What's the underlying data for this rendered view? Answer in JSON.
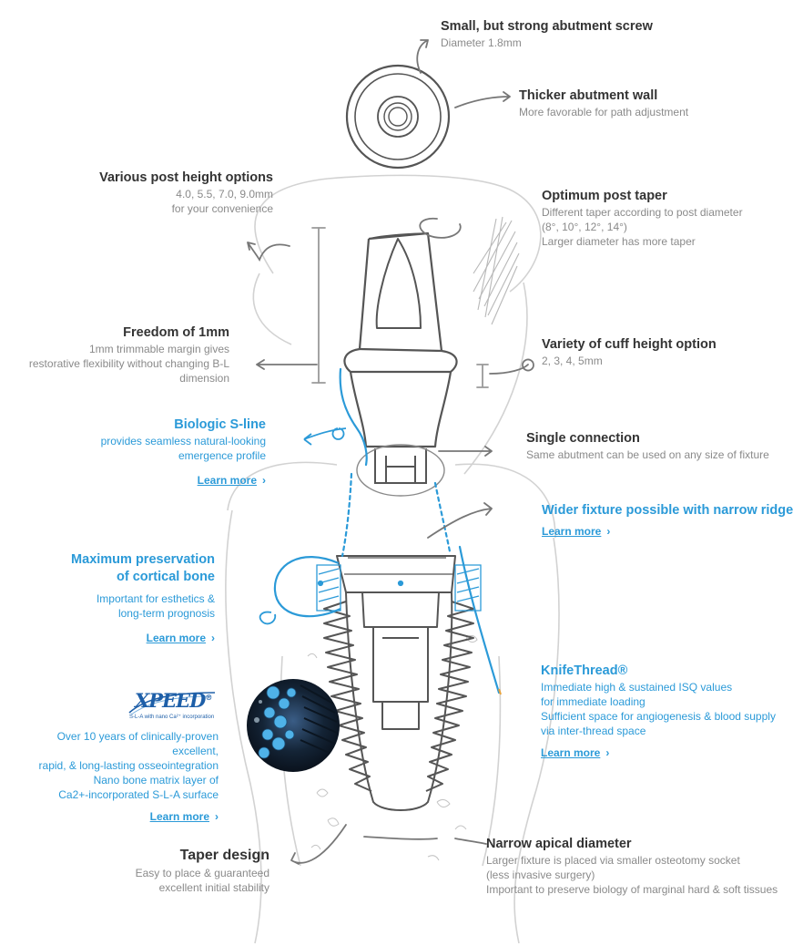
{
  "annotations": {
    "screw": {
      "title": "Small, but strong abutment screw",
      "desc": [
        "Diameter 1.8mm"
      ]
    },
    "wall": {
      "title": "Thicker abutment wall",
      "desc": [
        "More favorable for path adjustment"
      ]
    },
    "post_height": {
      "title": "Various post height options",
      "desc": [
        "4.0, 5.5, 7.0, 9.0mm",
        "for your  convenience"
      ]
    },
    "taper": {
      "title": "Optimum post taper",
      "desc": [
        "Different taper according to post diameter",
        "(8°, 10°, 12°, 14°)",
        "Larger diameter has more taper"
      ]
    },
    "freedom": {
      "title": "Freedom of 1mm",
      "desc": [
        "1mm trimmable margin gives",
        "restorative flexibility without changing B-L",
        "dimension"
      ]
    },
    "cuff": {
      "title": "Variety of cuff height option",
      "desc": [
        "2, 3, 4, 5mm"
      ]
    },
    "sline": {
      "title": "Biologic S-line",
      "desc": [
        "provides seamless natural-looking",
        "emergence profile"
      ],
      "link": "Learn more"
    },
    "single": {
      "title": "Single connection",
      "desc": [
        "Same abutment can be used on any size of fixture"
      ]
    },
    "wider": {
      "title": "Wider fixture possible with narrow ridge",
      "desc": [],
      "link": "Learn more"
    },
    "cortical": {
      "title": [
        "Maximum preservation",
        "of cortical bone"
      ],
      "desc": [
        "Important for esthetics &",
        "long-term prognosis"
      ],
      "link": "Learn more"
    },
    "knife": {
      "title": "KnifeThread®",
      "desc": [
        "Immediate high & sustained ISQ values",
        "for immediate loading",
        "Sufficient space for angiogenesis & blood supply",
        "via inter-thread space"
      ],
      "link": "Learn more"
    },
    "xpeed": {
      "desc": [
        "Over 10 years of clinically-proven",
        "excellent,",
        "rapid, & long-lasting osseointegration",
        "Nano bone matrix layer of",
        "Ca2+-incorporated S-L-A surface"
      ],
      "link": "Learn more"
    },
    "taper_design": {
      "title": "Taper design",
      "desc": [
        "Easy to place & guaranteed",
        "excellent initial stability"
      ]
    },
    "apical": {
      "title": "Narrow apical diameter",
      "desc": [
        "Larger fixture is placed via smaller osteotomy socket",
        "(less invasive surgery)",
        "Important to preserve biology of marginal hard & soft tissues"
      ]
    }
  },
  "logo": {
    "word": "XPEED",
    "reg": "®",
    "tagline": "S-L-A with nano Ca²⁺ incorporation"
  },
  "icons": {
    "chevron": "›",
    "chevron_icon_name": "chevron-right-icon"
  },
  "colors": {
    "accent": "#2b9ad8",
    "title": "#333333",
    "desc": "#8a8a8a",
    "sketch": "#555555",
    "sketch_light": "#c8c8c8",
    "logo": "#1e5fa8"
  }
}
